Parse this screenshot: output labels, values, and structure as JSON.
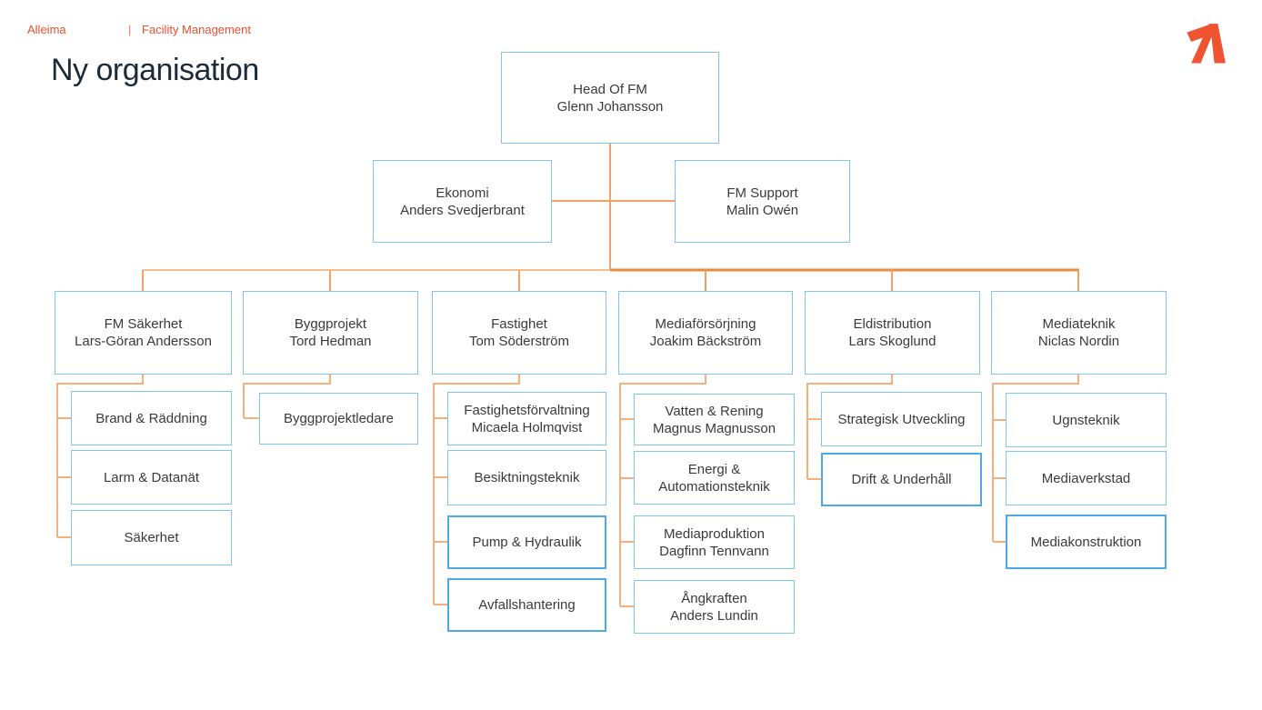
{
  "header": {
    "brand": "Alleima",
    "separator": "|",
    "section": "Facility Management"
  },
  "title": "Ny organisation",
  "logo": {
    "icon": "alleima-logo",
    "color": "#f05332"
  },
  "colors": {
    "accent_red": "#e8502f",
    "connector_orange": "#f4a263",
    "connector_orange_strong": "#ee8a38",
    "box_border_blue": "#7ec5f0",
    "box_border_blue_strong": "#4fa8e8",
    "title_color": "#1c2b3a",
    "text_color": "#3a3a3a"
  },
  "org_chart": {
    "root": {
      "title": "Head Of FM",
      "person": "Glenn Johansson"
    },
    "staff": [
      {
        "title": "Ekonomi",
        "person": "Anders Svedjerbrant"
      },
      {
        "title": "FM Support",
        "person": "Malin Owén"
      }
    ],
    "departments": [
      {
        "title": "FM Säkerhet",
        "person": "Lars-Göran Andersson",
        "units": [
          {
            "title": "Brand & Räddning"
          },
          {
            "title": "Larm & Datanät"
          },
          {
            "title": "Säkerhet"
          }
        ]
      },
      {
        "title": "Byggprojekt",
        "person": "Tord Hedman",
        "units": [
          {
            "title": "Byggprojektledare"
          }
        ]
      },
      {
        "title": "Fastighet",
        "person": "Tom Söderström",
        "units": [
          {
            "title": "Fastighetsförvaltning",
            "person": "Micaela Holmqvist"
          },
          {
            "title": "Besiktningsteknik"
          },
          {
            "title": "Pump & Hydraulik"
          },
          {
            "title": "Avfallshantering"
          }
        ]
      },
      {
        "title": "Mediaförsörjning",
        "person": "Joakim Bäckström",
        "units": [
          {
            "title": "Vatten & Rening",
            "person": "Magnus Magnusson"
          },
          {
            "title": "Energi & Automationsteknik"
          },
          {
            "title": "Mediaproduktion",
            "person": "Dagfinn Tennvann"
          },
          {
            "title": "Ångkraften",
            "person": "Anders Lundin"
          }
        ]
      },
      {
        "title": "Eldistribution",
        "person": "Lars Skoglund",
        "units": [
          {
            "title": "Strategisk Utveckling"
          },
          {
            "title": "Drift & Underhåll"
          }
        ]
      },
      {
        "title": "Mediateknik",
        "person": "Niclas Nordin",
        "units": [
          {
            "title": "Ugnsteknik"
          },
          {
            "title": "Mediaverkstad"
          },
          {
            "title": "Mediakonstruktion"
          }
        ]
      }
    ]
  }
}
